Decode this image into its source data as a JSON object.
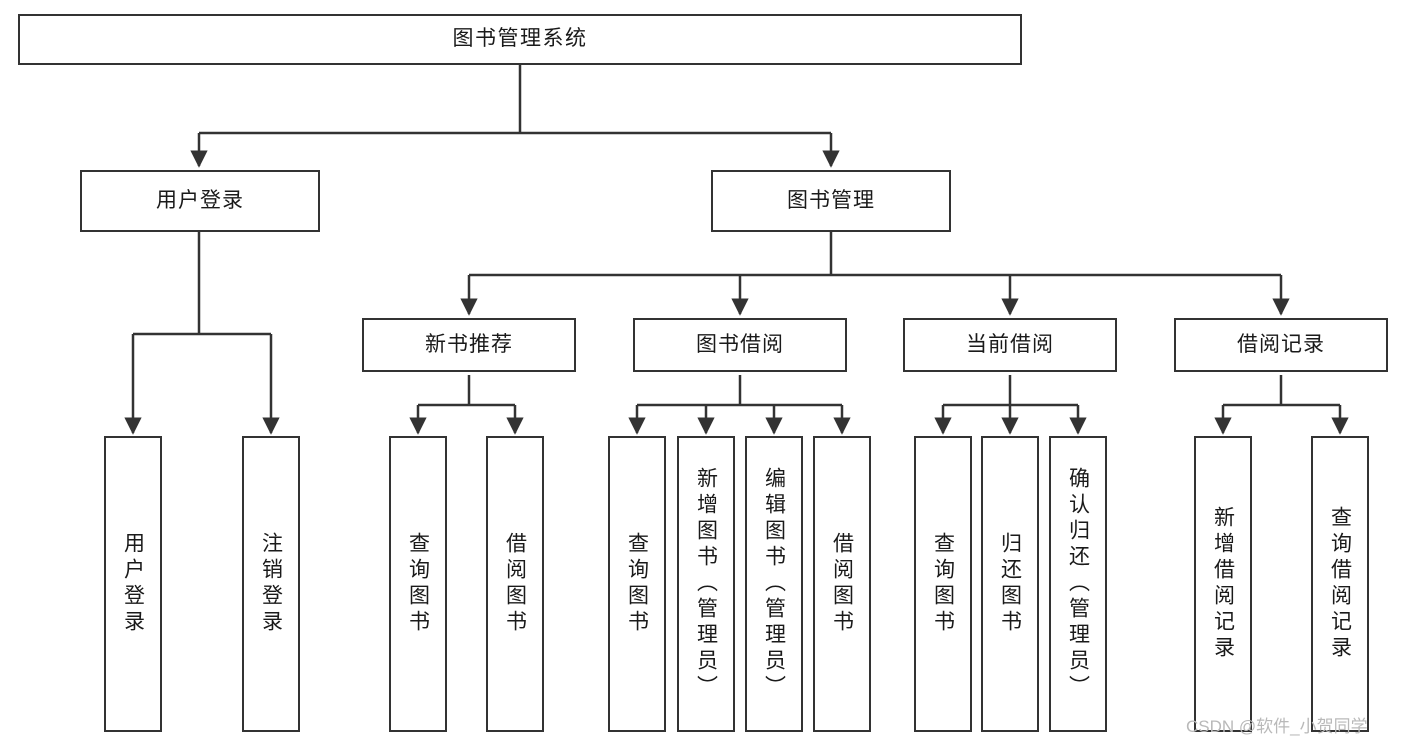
{
  "diagram": {
    "type": "tree",
    "title": "图书管理系统",
    "watermark": "CSDN @软件_小贺同学",
    "colors": {
      "background": "#ffffff",
      "border": "#333333",
      "text": "#1a1a1a",
      "connector": "#333333",
      "watermark": "#b9b9b9"
    },
    "nodes": {
      "root": {
        "label": "图书管理系统"
      },
      "level2": [
        {
          "label": "用户登录"
        },
        {
          "label": "图书管理"
        }
      ],
      "level3": [
        {
          "label": "新书推荐"
        },
        {
          "label": "图书借阅"
        },
        {
          "label": "当前借阅"
        },
        {
          "label": "借阅记录"
        }
      ],
      "leaves_user_login": [
        {
          "label": "用户登录"
        },
        {
          "label": "注销登录"
        }
      ],
      "leaves_new_book": [
        {
          "label": "查询图书"
        },
        {
          "label": "借阅图书"
        }
      ],
      "leaves_borrow": [
        {
          "label": "查询图书"
        },
        {
          "label": "新增图书（管理员）"
        },
        {
          "label": "编辑图书（管理员）"
        },
        {
          "label": "借阅图书"
        }
      ],
      "leaves_current": [
        {
          "label": "查询图书"
        },
        {
          "label": "归还图书"
        },
        {
          "label": "确认归还（管理员）"
        }
      ],
      "leaves_records": [
        {
          "label": "新增借阅记录"
        },
        {
          "label": "查询借阅记录"
        }
      ]
    }
  }
}
